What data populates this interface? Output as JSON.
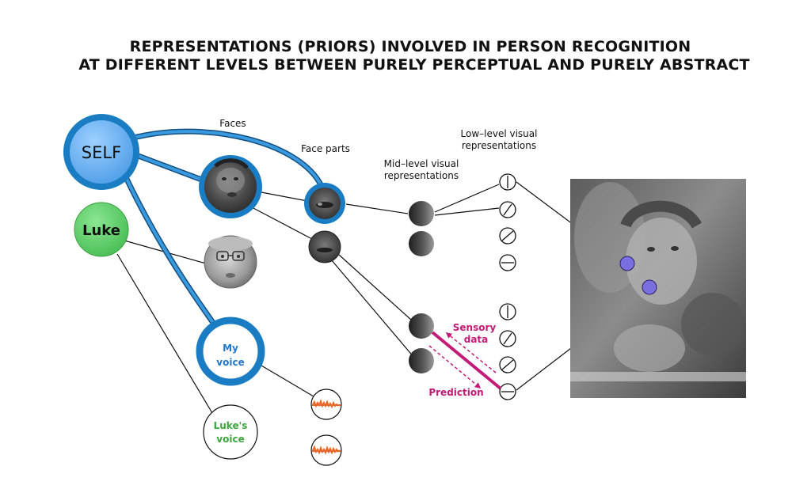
{
  "title": {
    "line1": "REPRESENTATIONS (PRIORS) INVOLVED IN PERSON RECOGNITION",
    "line2": "AT DIFFERENT LEVELS BETWEEN PURELY PERCEPTUAL AND PURELY ABSTRACT"
  },
  "labels": {
    "faces": "Faces",
    "face_parts": "Face parts",
    "mid_level_1": "Mid–level visual",
    "mid_level_2": "representations",
    "low_level_1": "Low–level visual",
    "low_level_2": "representations",
    "sensory_1": "Sensory",
    "sensory_2": "data",
    "prediction": "Prediction"
  },
  "nodes": {
    "self": "SELF",
    "luke": "Luke",
    "my_voice_1": "My",
    "my_voice_2": "voice",
    "lukes_voice_1": "Luke's",
    "lukes_voice_2": "voice"
  },
  "colors": {
    "self_fill": "#5aaaf0",
    "self_ring": "#1a7dc4",
    "highlight_path": "#1a7dc4",
    "luke_fill": "#5fd06a",
    "my_voice_text": "#1f78c8",
    "lukes_voice_text": "#3aa83a",
    "sensory_magenta": "#c41a78",
    "sound_orange": "#e8692a",
    "feature_dots": "#7a6fe0"
  }
}
